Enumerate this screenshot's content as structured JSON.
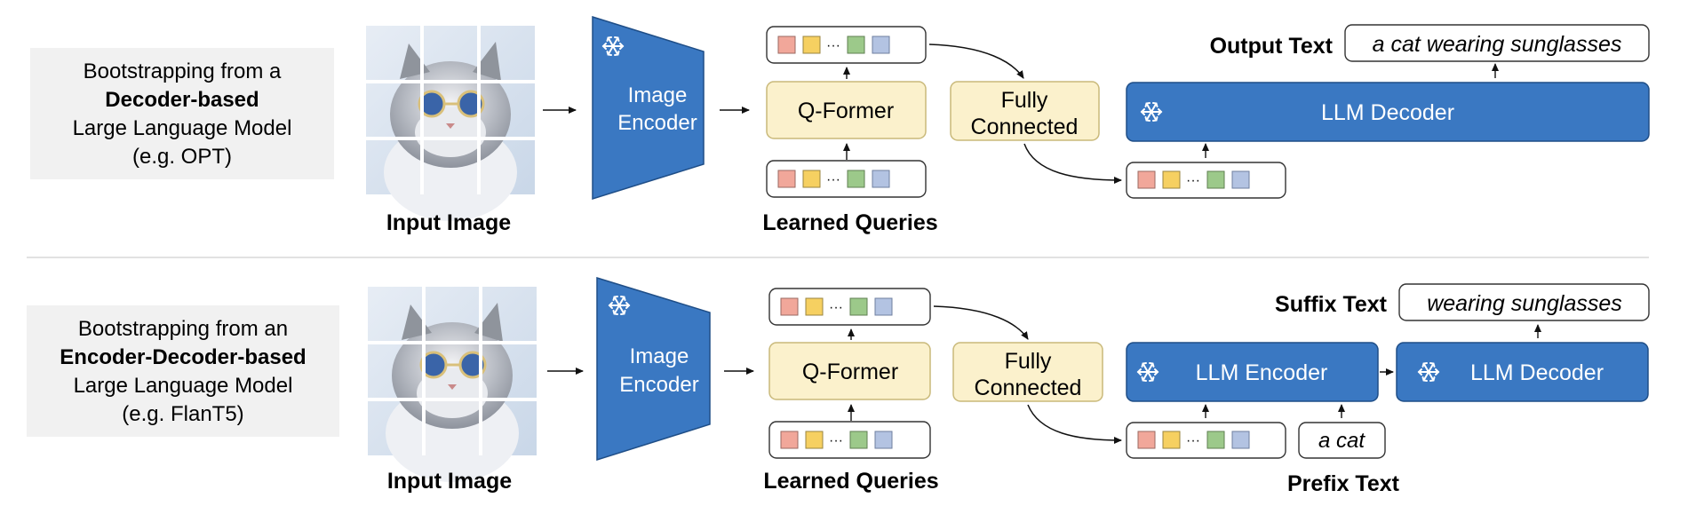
{
  "rows": [
    {
      "side_label": {
        "line1": "Bootstrapping from a",
        "line2_bold": "Decoder-based",
        "line3": "Large Language Model",
        "line4": "(e.g. OPT)"
      },
      "input_image_label": "Input Image",
      "image_encoder": {
        "line1": "Image",
        "line2": "Encoder"
      },
      "qformer": "Q-Former",
      "learned_queries_label": "Learned Queries",
      "fully_connected": {
        "line1": "Fully",
        "line2": "Connected"
      },
      "llm_decoder": "LLM Decoder",
      "output_label": "Output Text",
      "output_text": "a cat wearing sunglasses"
    },
    {
      "side_label": {
        "line1": "Bootstrapping from an",
        "line2_bold": "Encoder-Decoder-based",
        "line3": "Large Language Model",
        "line4": "(e.g. FlanT5)"
      },
      "input_image_label": "Input Image",
      "image_encoder": {
        "line1": "Image",
        "line2": "Encoder"
      },
      "qformer": "Q-Former",
      "learned_queries_label": "Learned Queries",
      "fully_connected": {
        "line1": "Fully",
        "line2": "Connected"
      },
      "llm_encoder": "LLM Encoder",
      "llm_decoder": "LLM Decoder",
      "suffix_label": "Suffix Text",
      "suffix_text": "wearing sunglasses",
      "prefix_text": "a cat",
      "prefix_label": "Prefix Text"
    }
  ],
  "colors": {
    "blue": "#3a78c2",
    "blue_border": "#1f4e87",
    "cream": "#fbf1cc",
    "cream_border": "#c9b97a",
    "gray_panel": "#f1f1f1",
    "token_red": "#f1a79a",
    "token_yellow": "#f6d061",
    "token_green": "#9cc98a",
    "token_blue": "#b3c3e2"
  },
  "icons": [
    "snowflake-icon",
    "cat-image",
    "arrow-icon",
    "ellipsis-icon"
  ]
}
